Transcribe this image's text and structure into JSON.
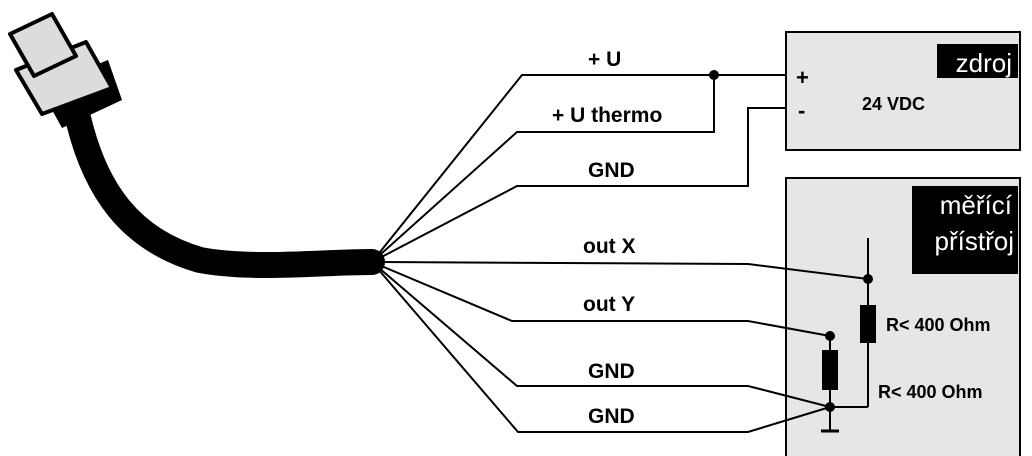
{
  "wires": {
    "plus_u": "+ U",
    "plus_u_thermo": "+ U thermo",
    "gnd_power": "GND",
    "out_x": "out X",
    "out_y": "out Y",
    "gnd_1": "GND",
    "gnd_2": "GND"
  },
  "power_supply": {
    "tag": "zdroj",
    "plus": "+",
    "minus": "-",
    "voltage": "24 VDC"
  },
  "meter": {
    "tag_line1": "měřící",
    "tag_line2": "přístřoj",
    "resistor_1": "R< 400 Ohm",
    "resistor_2": "R< 400 Ohm"
  }
}
